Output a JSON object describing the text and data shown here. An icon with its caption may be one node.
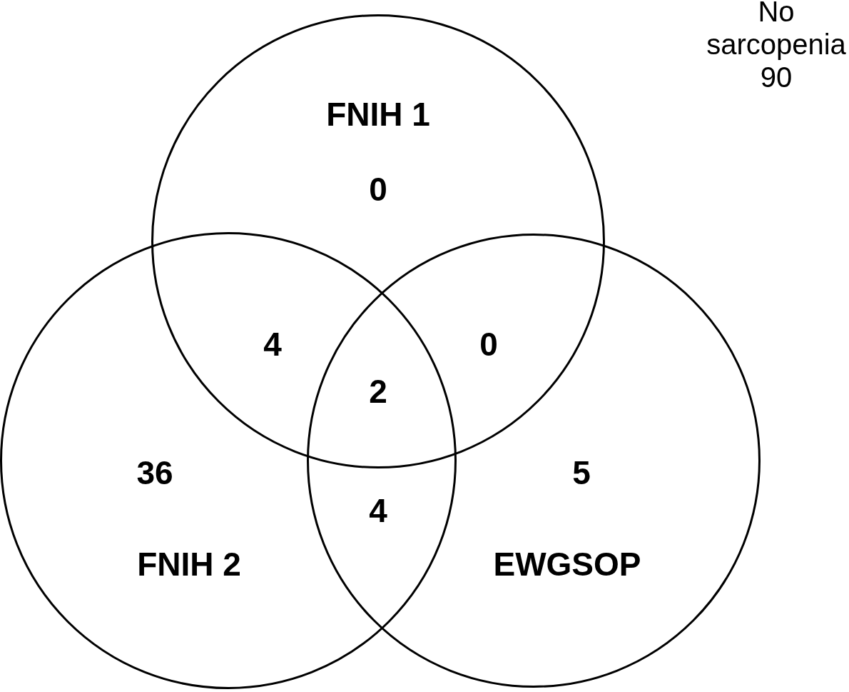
{
  "diagram": {
    "nodes": [
      {
        "text": [
          "FNIH 1"
        ]
      },
      {
        "text": [
          "FNIH 2"
        ]
      },
      {
        "text": [
          "EWGSOP"
        ]
      }
    ],
    "labels": [
      "No sarcopenia 90",
      "0",
      "4",
      "0",
      "2",
      "36",
      "5",
      "4"
    ]
  }
}
